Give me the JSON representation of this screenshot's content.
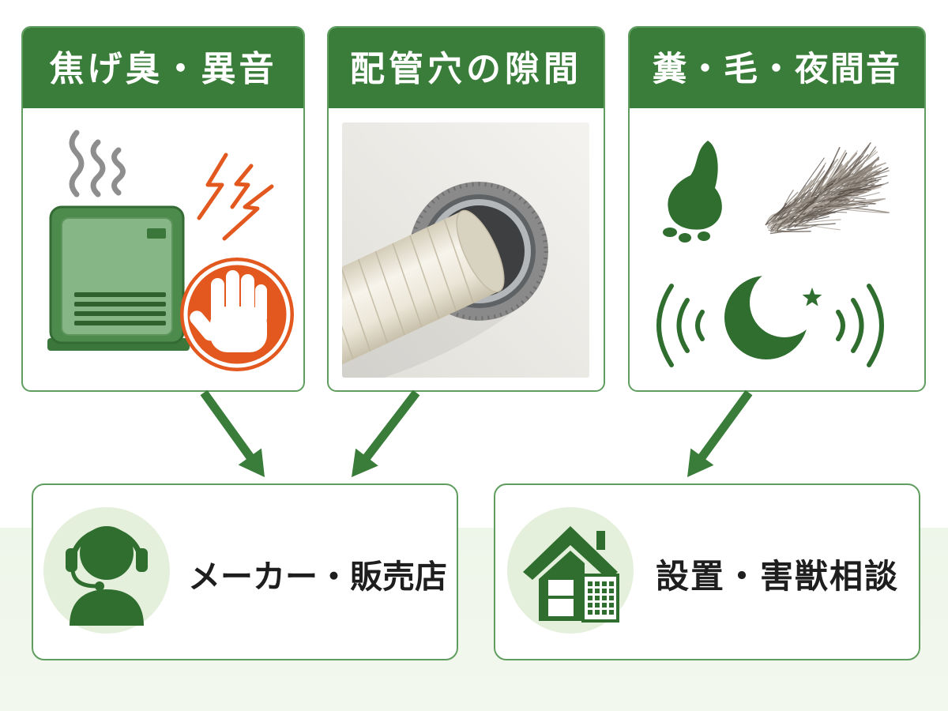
{
  "cards": [
    {
      "title": "焦げ臭・異音",
      "icons": [
        "steam-icon",
        "heater-icon",
        "spark-icon",
        "stop-hand-icon"
      ]
    },
    {
      "title": "配管穴の隙間",
      "icons": [
        "pipe-hole-photo"
      ]
    },
    {
      "title": "糞・毛・夜間音",
      "icons": [
        "droppings-icon",
        "fur-icon",
        "night-noise-icon"
      ]
    }
  ],
  "destinations": [
    {
      "label": "メーカー・販売店",
      "icon": "headset-operator-icon"
    },
    {
      "label": "設置・害獣相談",
      "icon": "house-building-icon"
    }
  ],
  "connections": [
    {
      "from_card": 0,
      "to_destination": 0
    },
    {
      "from_card": 1,
      "to_destination": 0
    },
    {
      "from_card": 2,
      "to_destination": 1
    }
  ],
  "colors": {
    "header_green": "#3a7d3a",
    "border_green": "#5f9e5f",
    "icon_green": "#2f6e2f",
    "warning_orange": "#e2581e",
    "circle_tint": "#e4efdc",
    "band_tint": "#eef5e9",
    "text_dark": "#1e1e1e"
  }
}
